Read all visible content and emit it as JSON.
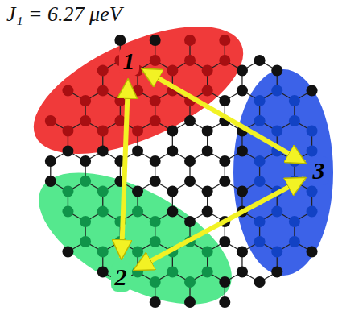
{
  "diagram": {
    "nodes": [
      {
        "text": [
          "1"
        ]
      },
      {
        "text": [
          "2"
        ]
      },
      {
        "text": [
          "3"
        ]
      }
    ],
    "edges": [
      {
        "from": 0,
        "to": 1,
        "arrow": "both"
      },
      {
        "from": 0,
        "to": 2,
        "arrow": "both"
      },
      {
        "from": 1,
        "to": 2,
        "arrow": "both"
      }
    ],
    "labels": [
      "J₁ = 6.27 μeV"
    ]
  }
}
